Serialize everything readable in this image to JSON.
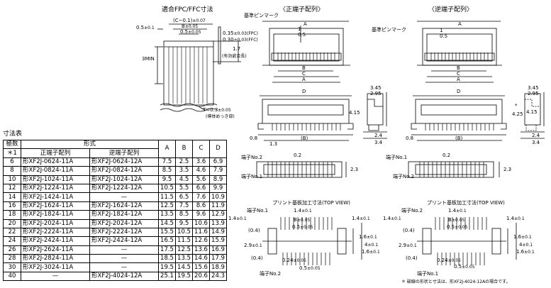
{
  "fpc_section": {
    "title": "適合FPC/FFC寸法",
    "dims": {
      "c_minus": "(C−0.1)",
      "c_tol": "±0.07",
      "b": "B",
      "b_tol": "±0.05",
      "half": "0.5",
      "half_tol": "±0.05",
      "left_half": "0.5",
      "left_tol": "±0.1",
      "fpc_thick": "0.35",
      "fpc_tol": "±0.03",
      "fpc_tag": "(FPC)",
      "ffc_thick": "0.30",
      "ffc_tol": "±0.03",
      "ffc_tag": "(FFC)",
      "depth": "1.7",
      "depth_note": "(有効嵌合長)",
      "min3": "3MIN",
      "t": "T=0.3",
      "t_tol": "±0.05",
      "t_note": "(導体めっき部)"
    }
  },
  "forward": {
    "title": "〈正端子配列〉",
    "ref_pin": "基準ピンマーク",
    "a": "A",
    "b": "B",
    "c": "C",
    "d": "D",
    "d1": "1",
    "d05": "0.5",
    "d345": "3.45",
    "d295": "2.95",
    "d415": "4.15",
    "d08": "0.8",
    "d24": "2.4",
    "d34": "3.4",
    "d13": "1.3",
    "paren_b": "(B)"
  },
  "reverse": {
    "title": "〈逆端子配列〉",
    "ref_pin": "基準ピンマーク",
    "a": "A",
    "b": "B",
    "c": "C",
    "d": "D",
    "d1": "1",
    "d05": "0.5",
    "d345": "3.45",
    "d295": "2.95",
    "d415": "4.15",
    "d425": "4.25",
    "star": "*",
    "d08": "0.8",
    "d24": "2.4",
    "d34": "3.4",
    "paren_b": "(B)"
  },
  "bottom_fwd": {
    "pin2": "端子No.2",
    "pin1": "端子No.1",
    "d02": "0.2",
    "d23": "2.3"
  },
  "bottom_rev": {
    "pin1": "端子No.1",
    "pin2": "端子No.2",
    "d02": "0.2",
    "d23": "2.3"
  },
  "pcb_fwd": {
    "title": "プリント基板加工寸法(TOP VIEW)",
    "pin1": "端子No.1",
    "pin2": "端子No.2",
    "d14a": "1.4",
    "d14b": "1.4",
    "d14c": "1.4",
    "tol": "±0.1",
    "b_tol": "B",
    "b_pm": "±0.05",
    "d04a": "(0.4)",
    "d04b": "(0.4)",
    "d05a": "0.5",
    "d05b": "0.5",
    "d05_tol": "±0.05",
    "d29": "2.9",
    "d16a": "1.6",
    "d16b": "1.6",
    "d4": "4",
    "d024": "0.24",
    "d024_tol": "±0.05"
  },
  "pcb_rev": {
    "title": "プリント基板加工寸法(TOP VIEW)",
    "pin2": "端子No.2",
    "pin1": "端子No.1",
    "d14a": "1.4",
    "d14b": "1.4",
    "d14c": "1.4",
    "tol": "±0.1",
    "b_tol": "B",
    "b_pm": "±0.05",
    "d04a": "(0.4)",
    "d04b": "(0.4)",
    "d05a": "0.5",
    "d05b": "0.5",
    "d05_tol": "±0.05",
    "d29": "2.9",
    "d16a": "1.6",
    "d16b": "1.6",
    "d4": "4",
    "d024": "0.24",
    "d024_tol": "±0.05"
  },
  "footnote": "＊ 破線の形状と寸法は、形XF2J-4024-12Aの場合です。",
  "table": {
    "title": "寸法表",
    "h_poles": "極数",
    "h_poles_note": "＊1",
    "h_model": "形式",
    "h_fwd": "正端子配列",
    "h_rev": "逆端子配列",
    "h_a": "A",
    "h_b": "B",
    "h_c": "C",
    "h_d": "D",
    "rows": [
      {
        "poles": "6",
        "fwd": "形XF2J-0624-11A",
        "rev": "形XF2J-0624-12A",
        "a": "7.5",
        "b": "2.5",
        "c": "3.6",
        "d": "6.9"
      },
      {
        "poles": "8",
        "fwd": "形XF2J-0824-11A",
        "rev": "形XF2J-0824-12A",
        "a": "8.5",
        "b": "3.5",
        "c": "4.6",
        "d": "7.9"
      },
      {
        "poles": "10",
        "fwd": "形XF2J-1024-11A",
        "rev": "形XF2J-1024-12A",
        "a": "9.5",
        "b": "4.5",
        "c": "5.6",
        "d": "8.9"
      },
      {
        "poles": "12",
        "fwd": "形XF2J-1224-11A",
        "rev": "形XF2J-1224-12A",
        "a": "10.5",
        "b": "5.5",
        "c": "6.6",
        "d": "9.9"
      },
      {
        "poles": "14",
        "fwd": "形XF2J-1424-11A",
        "rev": "—",
        "a": "11.5",
        "b": "6.5",
        "c": "7.6",
        "d": "10.9"
      },
      {
        "poles": "16",
        "fwd": "形XF2J-1624-11A",
        "rev": "形XF2J-1624-12A",
        "a": "12.5",
        "b": "7.5",
        "c": "8.6",
        "d": "11.9"
      },
      {
        "poles": "18",
        "fwd": "形XF2J-1824-11A",
        "rev": "形XF2J-1824-12A",
        "a": "13.5",
        "b": "8.5",
        "c": "9.6",
        "d": "12.9"
      },
      {
        "poles": "20",
        "fwd": "形XF2J-2024-11A",
        "rev": "形XF2J-2024-12A",
        "a": "14.5",
        "b": "9.5",
        "c": "10.6",
        "d": "13.9"
      },
      {
        "poles": "22",
        "fwd": "形XF2J-2224-11A",
        "rev": "形XF2J-2224-12A",
        "a": "15.5",
        "b": "10.5",
        "c": "11.6",
        "d": "14.9"
      },
      {
        "poles": "24",
        "fwd": "形XF2J-2424-11A",
        "rev": "形XF2J-2424-12A",
        "a": "16.5",
        "b": "11.5",
        "c": "12.6",
        "d": "15.9"
      },
      {
        "poles": "26",
        "fwd": "形XF2J-2624-11A",
        "rev": "—",
        "a": "17.5",
        "b": "12.5",
        "c": "13.6",
        "d": "16.9"
      },
      {
        "poles": "28",
        "fwd": "形XF2J-2824-11A",
        "rev": "—",
        "a": "18.5",
        "b": "13.5",
        "c": "14.6",
        "d": "17.9"
      },
      {
        "poles": "30",
        "fwd": "形XF2J-3024-11A",
        "rev": "—",
        "a": "19.5",
        "b": "14.5",
        "c": "15.6",
        "d": "18.9"
      },
      {
        "poles": "40",
        "fwd": "—",
        "rev": "形XF2J-4024-12A",
        "a": "25.1",
        "b": "19.5",
        "c": "20.6",
        "d": "24.3"
      }
    ]
  }
}
